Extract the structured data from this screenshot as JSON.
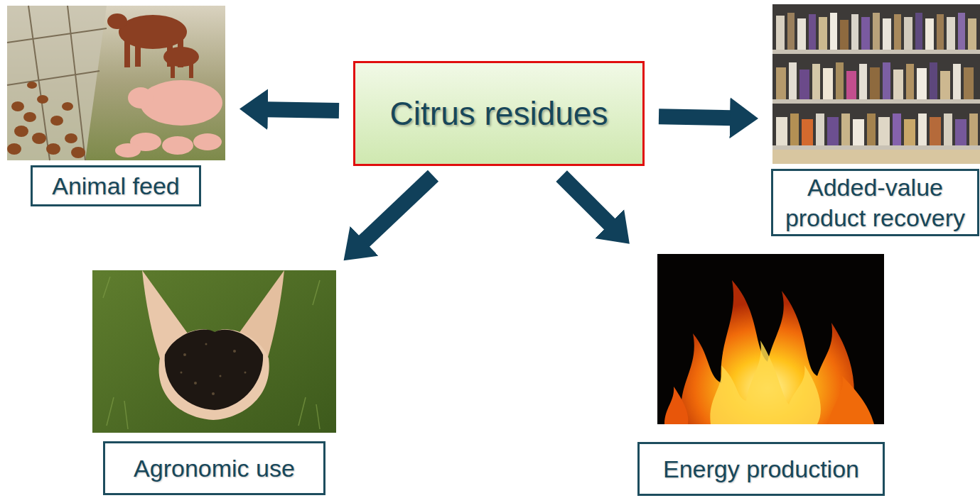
{
  "diagram": {
    "nodes": [
      {
        "text": [
          "Animal feed"
        ]
      },
      {
        "text": [
          "Citrus residues"
        ]
      },
      {
        "text": [
          "Added-value product recovery"
        ]
      },
      {
        "text": [
          "Agronomic use"
        ]
      },
      {
        "text": [
          "Energy production"
        ]
      }
    ],
    "edges": [
      {
        "from": 1,
        "to": 0,
        "arrow": "to"
      },
      {
        "from": 1,
        "to": 2,
        "arrow": "to"
      },
      {
        "from": 1,
        "to": 3,
        "arrow": "to"
      },
      {
        "from": 1,
        "to": 4,
        "arrow": "to"
      }
    ]
  }
}
